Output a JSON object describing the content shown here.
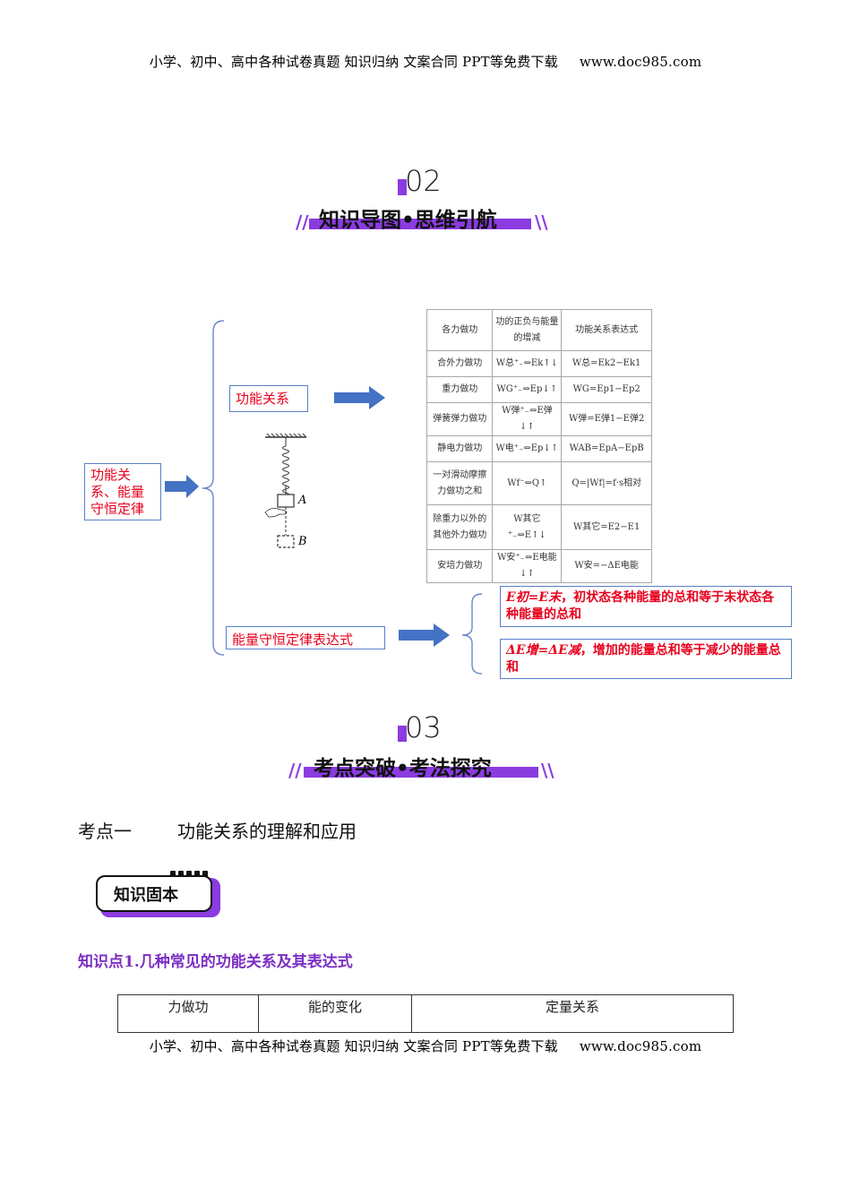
{
  "header": {
    "text": "小学、初中、高中各种试卷真题  知识归纳  文案合同  PPT等免费下载",
    "site": "www.doc985.com"
  },
  "footer": {
    "text": "小学、初中、高中各种试卷真题  知识归纳  文案合同  PPT等免费下载",
    "site": "www.doc985.com"
  },
  "section02": {
    "number": "02",
    "title": "知识导图•思维引航"
  },
  "section03": {
    "number": "03",
    "title": "考点突破•考法探究"
  },
  "mindmap": {
    "root": "功能关系、能量守恒定律",
    "branch1": "功能关系",
    "branch2": "能量守恒定律表达式",
    "spring_labels": {
      "a": "A",
      "b": "B"
    },
    "formula1_lead": "E初=E末",
    "formula1_text": "，初状态各种能量的总和等于末状态各种能量的总和",
    "formula2_lead": "ΔE增=ΔE减",
    "formula2_text": "，增加的能量总和等于减少的能量总和",
    "table": {
      "headers": [
        "各力做功",
        "功的正负与能量的增减",
        "功能关系表达式"
      ],
      "rows": [
        [
          "合外力做功",
          "W总⁺₋⇔Ek↑↓",
          "W总=Ek2−Ek1"
        ],
        [
          "重力做功",
          "WG⁺₋⇔Ep↓↑",
          "WG=Ep1−Ep2"
        ],
        [
          "弹簧弹力做功",
          "W弹⁺₋⇔E弹↓↑",
          "W弹=E弹1−E弹2"
        ],
        [
          "静电力做功",
          "W电⁺₋⇔Ep↓↑",
          "WAB=EpA−EpB"
        ],
        [
          "一对滑动摩擦力做功之和",
          "Wf⁻⇔Q↑",
          "Q=|Wf|=f·s相对"
        ],
        [
          "除重力以外的其他外力做功",
          "W其它⁺₋⇔E↑↓",
          "W其它=E2−E1"
        ],
        [
          "安培力做功",
          "W安⁺₋⇔E电能↓↑",
          "W安=−ΔE电能"
        ]
      ]
    }
  },
  "kaodian": {
    "label": "考点一",
    "title": "功能关系的理解和应用"
  },
  "badge": "知识固本",
  "knowledge_point": "知识点1.几种常见的功能关系及其表达式",
  "bottom_table": {
    "headers": [
      "力做功",
      "能的变化",
      "定量关系"
    ]
  },
  "colors": {
    "accent": "#8b3be0",
    "red": "#e8001c",
    "arrow": "#4472c4"
  }
}
